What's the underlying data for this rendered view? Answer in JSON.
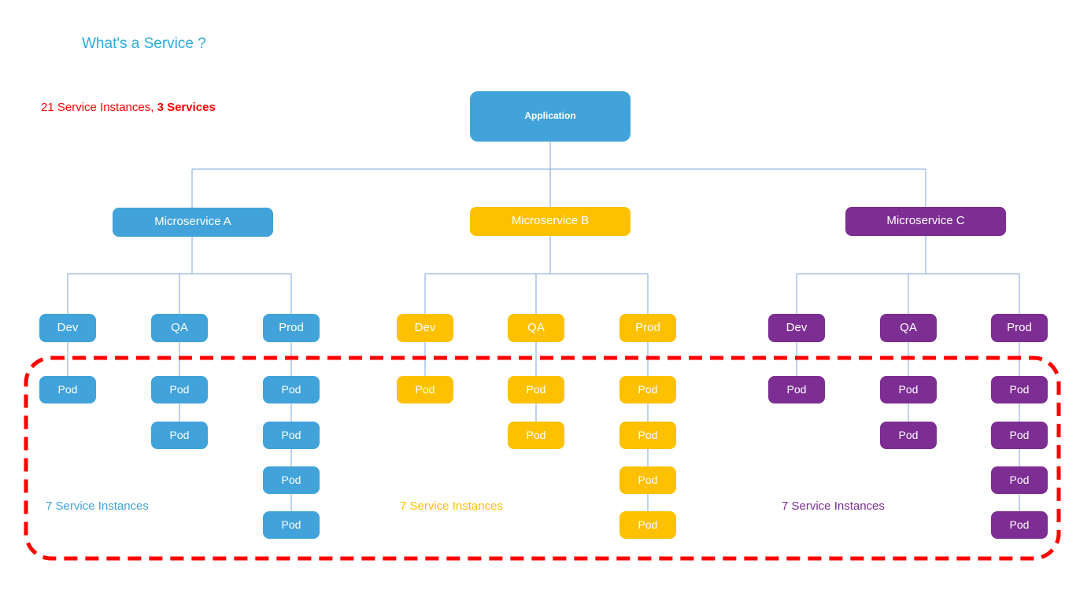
{
  "title": "What's a Service ?",
  "subtitle": {
    "normal": "21 Service Instances, ",
    "bold": "3 Services"
  },
  "colors": {
    "blue": "#41A3D9",
    "yellow": "#FDC101",
    "purple": "#7D2E93",
    "red": "#FF0000",
    "title_blue": "#29ABE2",
    "connector": "#7EA6E0"
  },
  "diagram": {
    "root": {
      "label": "Application"
    },
    "services": [
      {
        "name": "Microservice A",
        "color": "blue",
        "instances_label": "7 Service Instances",
        "envs": [
          {
            "label": "Dev",
            "pods": [
              "Pod"
            ]
          },
          {
            "label": "QA",
            "pods": [
              "Pod",
              "Pod"
            ]
          },
          {
            "label": "Prod",
            "pods": [
              "Pod",
              "Pod",
              "Pod",
              "Pod"
            ]
          }
        ]
      },
      {
        "name": "Microservice B",
        "color": "yellow",
        "instances_label": "7 Service Instances",
        "envs": [
          {
            "label": "Dev",
            "pods": [
              "Pod"
            ]
          },
          {
            "label": "QA",
            "pods": [
              "Pod",
              "Pod"
            ]
          },
          {
            "label": "Prod",
            "pods": [
              "Pod",
              "Pod",
              "Pod",
              "Pod"
            ]
          }
        ]
      },
      {
        "name": "Microservice C",
        "color": "purple",
        "instances_label": "7 Service Instances",
        "envs": [
          {
            "label": "Dev",
            "pods": [
              "Pod"
            ]
          },
          {
            "label": "QA",
            "pods": [
              "Pod",
              "Pod"
            ]
          },
          {
            "label": "Prod",
            "pods": [
              "Pod",
              "Pod",
              "Pod",
              "Pod"
            ]
          }
        ]
      }
    ]
  }
}
